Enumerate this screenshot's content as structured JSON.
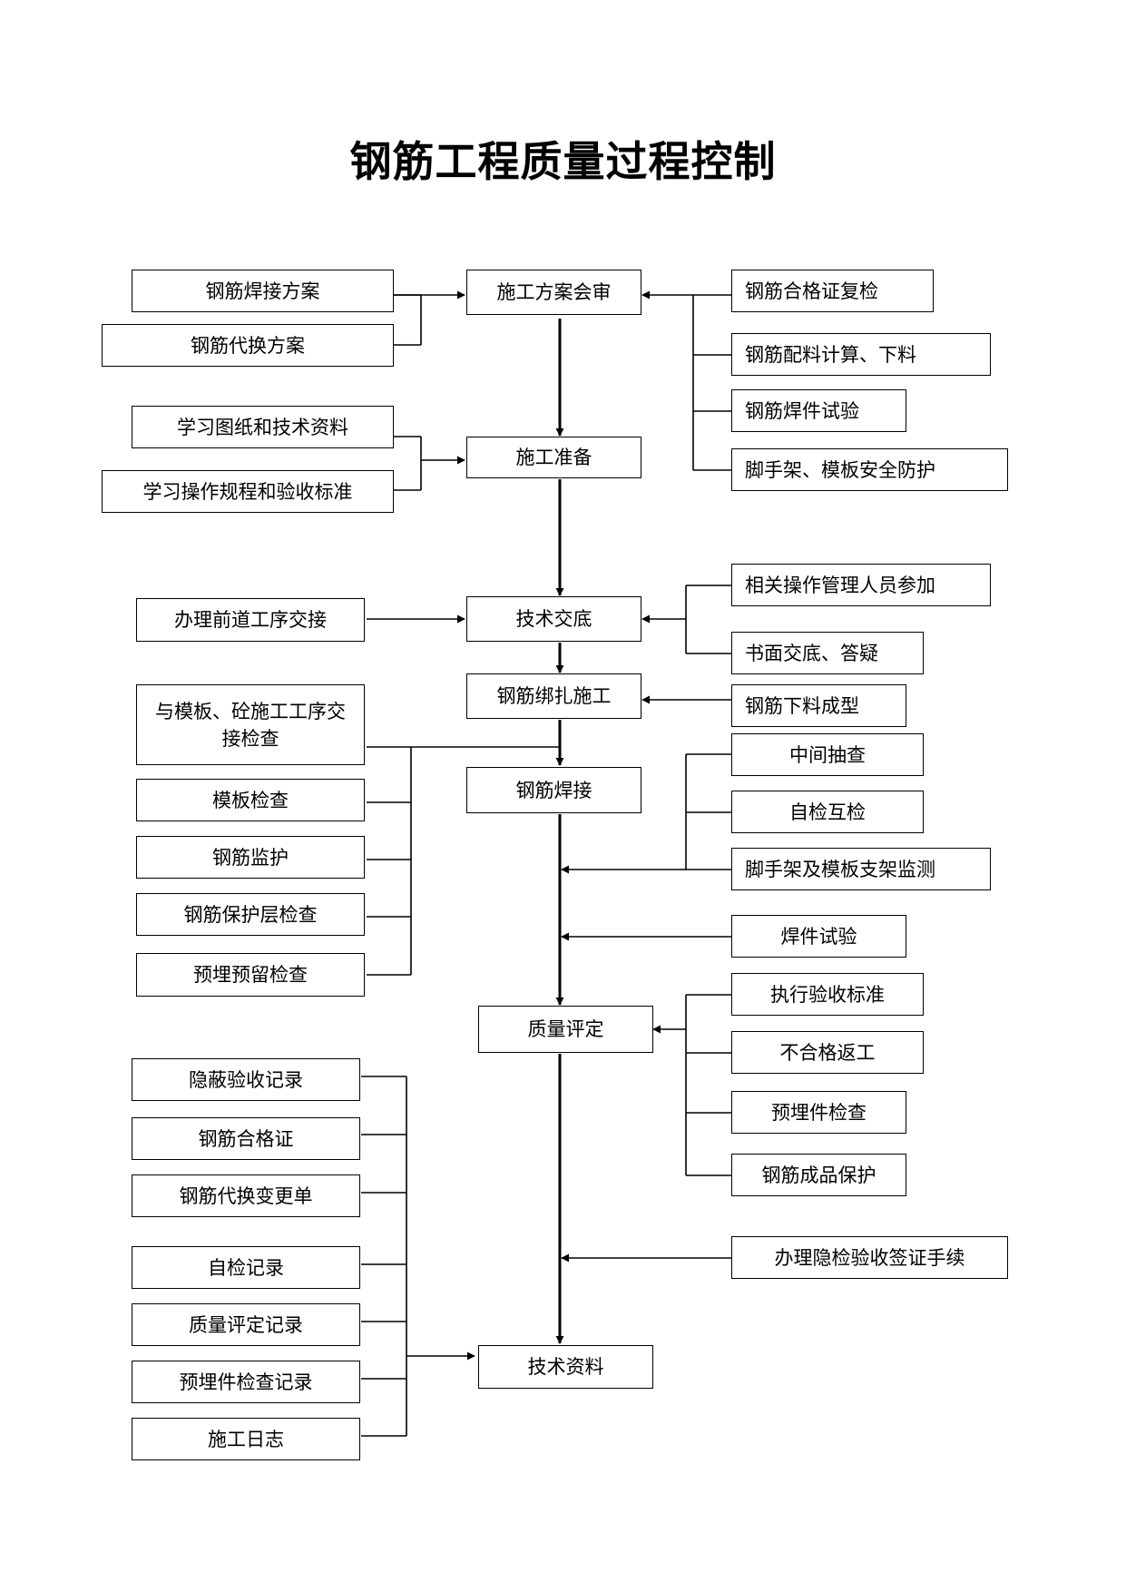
{
  "title": "钢筋工程质量过程控制",
  "nodes": {
    "main_review": "施工方案会审",
    "main_prep": "施工准备",
    "main_brief": "技术交底",
    "main_bind": "钢筋绑扎施工",
    "main_weld": "钢筋焊接",
    "main_eval": "质量评定",
    "main_docs": "技术资料",
    "l_weld_plan": "钢筋焊接方案",
    "l_sub_plan": "钢筋代换方案",
    "l_study_drawings": "学习图纸和技术资料",
    "l_study_rules": "学习操作规程和验收标准",
    "l_prev_handover": "办理前道工序交接",
    "l_handover_check": "与模板、砼施工工序交接检查",
    "l_form_check": "模板检查",
    "l_rebar_monitor": "钢筋监护",
    "l_cover_check": "钢筋保护层检查",
    "l_embed_check": "预埋预留检查",
    "l_hidden_record": "隐蔽验收记录",
    "l_cert": "钢筋合格证",
    "l_change_order": "钢筋代换变更单",
    "l_self_record": "自检记录",
    "l_eval_record": "质量评定记录",
    "l_embed_record": "预埋件检查记录",
    "l_diary": "施工日志",
    "r_cert_recheck": "钢筋合格证复检",
    "r_calc_cut": "钢筋配料计算、下料",
    "r_weld_test": "钢筋焊件试验",
    "r_scaffold_safety": "脚手架、模板安全防护",
    "r_staff_join": "相关操作管理人员参加",
    "r_written": "书面交底、答疑",
    "r_cut_shape": "钢筋下料成型",
    "r_mid_check": "中间抽查",
    "r_mutual_check": "自检互检",
    "r_scaffold_monitor": "脚手架及模板支架监测",
    "r_weld_sample": "焊件试验",
    "r_standard": "执行验收标准",
    "r_rework": "不合格返工",
    "r_embed_inspect": "预埋件检查",
    "r_protect": "钢筋成品保护",
    "r_hidden_sign": "办理隐检验收签证手续"
  }
}
